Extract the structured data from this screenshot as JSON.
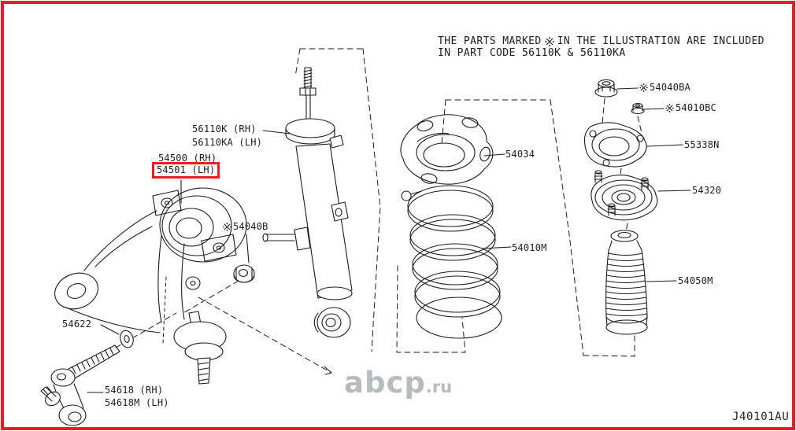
{
  "note": {
    "line1_pre": "THE PARTS MARKED",
    "marker": "※",
    "line1_post": "IN THE ILLUSTRATION ARE INCLUDED",
    "line2": "IN PART CODE 56110K & 56110KA"
  },
  "labels": {
    "p56110k": {
      "text": "56110K (RH)"
    },
    "p56110ka": {
      "text": "56110KA (LH)"
    },
    "p54500": {
      "text": "54500 (RH)"
    },
    "p54501": {
      "text": "54501 (LH)",
      "highlighted": true
    },
    "p54040b": {
      "marker": "※",
      "text": "54040B"
    },
    "p54622": {
      "text": "54622"
    },
    "p54618": {
      "text": "54618 (RH)"
    },
    "p54618m": {
      "text": "54618M (LH)"
    },
    "p54034": {
      "text": "54034"
    },
    "p54010m": {
      "text": "54010M"
    },
    "p54040ba": {
      "marker": "※",
      "text": "54040BA"
    },
    "p54010bc": {
      "marker": "※",
      "text": "54010BC"
    },
    "p55338n": {
      "text": "55338N"
    },
    "p54320": {
      "text": "54320"
    },
    "p54050m": {
      "text": "54050M"
    }
  },
  "watermark": {
    "text": "abcp",
    "suffix": ".ru",
    "color": "#b6bbbd"
  },
  "diagram_code": "J40101AU",
  "colors": {
    "frame": "#ec1b24",
    "highlight_box": "#ec1b24",
    "line_art": "#1b1b1b",
    "text": "#1c1c1c"
  }
}
